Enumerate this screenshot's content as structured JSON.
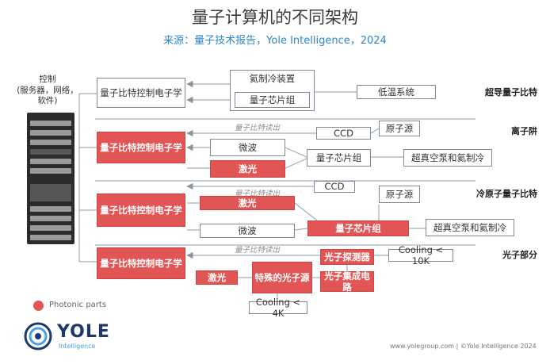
{
  "header": {
    "title": "量子计算机的不同架构",
    "subtitle": "来源：量子技术报告，Yole Intelligence，2024"
  },
  "control": {
    "label_line1": "控制",
    "label_line2": "(服务器，网络，",
    "label_line3": "软件)"
  },
  "rows": {
    "superconducting": {
      "label": "超导量子比特",
      "control_electronics": "量子比特控制电子学",
      "helium_cooler": "氦制冷装置",
      "chip": "量子芯片组",
      "cryo": "低温系统"
    },
    "ion": {
      "label": "离子阱",
      "control_electronics": "量子比特控制电子学",
      "readout": "量子比特读出",
      "ccd": "CCD",
      "atom_source": "原子源",
      "microwave": "微波",
      "laser": "激光",
      "chip": "量子芯片组",
      "vacuum": "超真空泵和氦制冷"
    },
    "cold_atom": {
      "label": "冷原子量子比特",
      "control_electronics": "量子比特控制电子学",
      "readout": "量子比特读出",
      "ccd": "CCD",
      "atom_source": "原子源",
      "laser": "激光",
      "microwave": "微波",
      "chip": "量子芯片组",
      "vacuum": "超真空泵和氦制冷"
    },
    "photonic": {
      "label": "光子部分",
      "control_electronics": "量子比特控制电子学",
      "readout": "量子比特读出",
      "detector": "光子探测器",
      "cooling_10k": "Cooling < 10K",
      "laser": "激光",
      "special_source": "特殊的光子源",
      "integrated_circuit": "光子集成电路",
      "cooling_4k": "Cooling < 4K"
    }
  },
  "legend": {
    "photonic_parts": "Photonic parts"
  },
  "logo": {
    "name": "YOLE",
    "sub": "Intelligence"
  },
  "footer": {
    "credit": "www.yolegroup.com | ©Yole Intelligence 2024"
  },
  "colors": {
    "accent_red": "#e25555",
    "title_blue": "#2f86c8",
    "box_border": "#7f8a96"
  }
}
